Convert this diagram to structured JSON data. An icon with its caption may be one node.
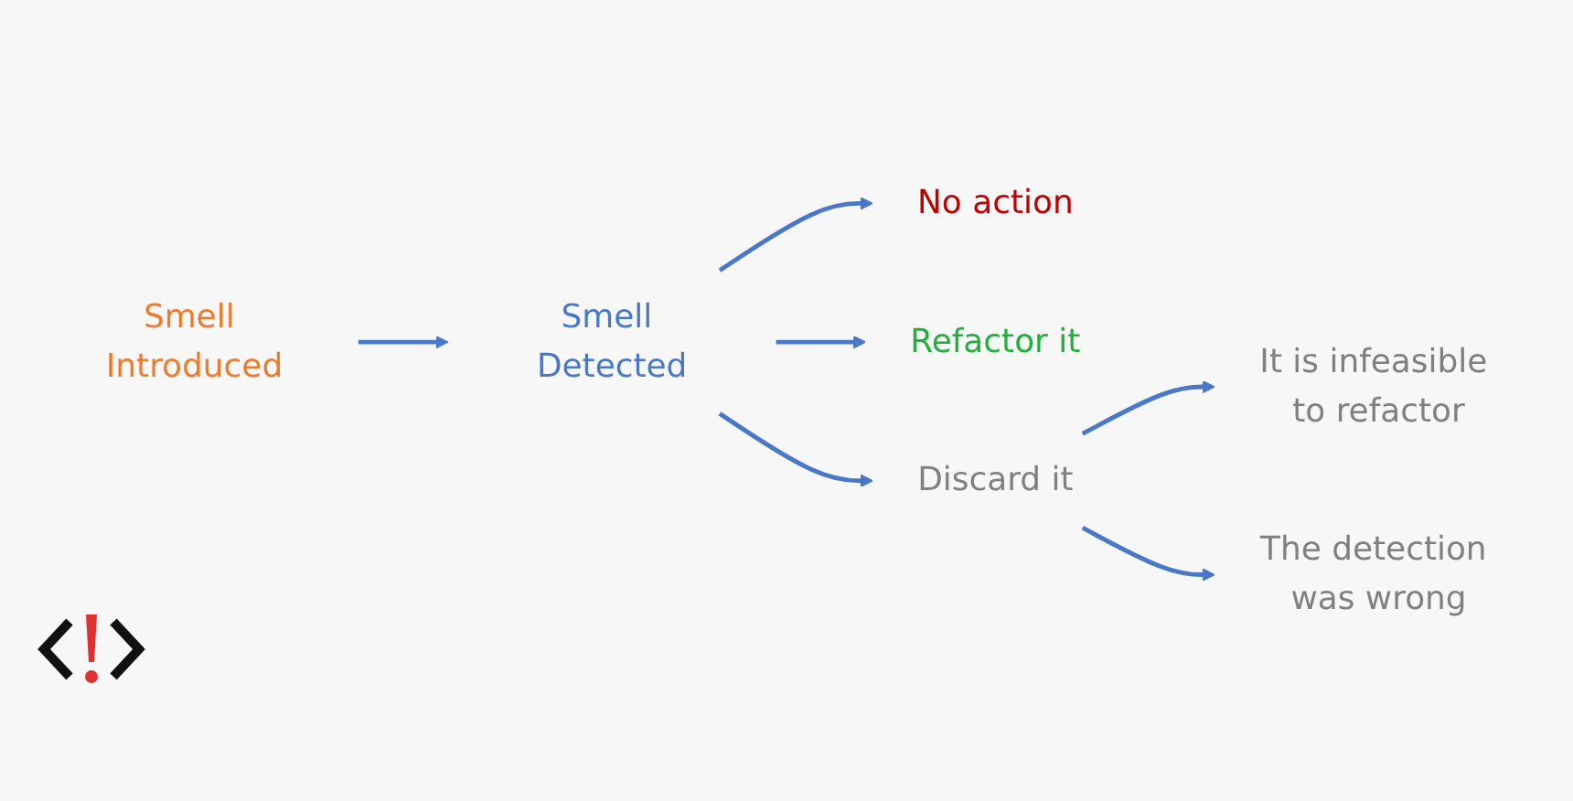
{
  "diagram": {
    "nodes": [
      {
        "text": [
          "Smell Introduced"
        ]
      },
      {
        "text": [
          "Smell Detected"
        ]
      },
      {
        "text": [
          "No action"
        ]
      },
      {
        "text": [
          "Refactor it"
        ]
      },
      {
        "text": [
          "Discard it"
        ]
      },
      {
        "text": [
          "It is infeasible to refactor"
        ]
      },
      {
        "text": [
          "The detection was wrong"
        ]
      }
    ],
    "edges": [
      {
        "from": 0,
        "to": 1,
        "arrow": "to"
      },
      {
        "from": 1,
        "to": 2,
        "arrow": "to"
      },
      {
        "from": 1,
        "to": 3,
        "arrow": "to"
      },
      {
        "from": 1,
        "to": 4,
        "arrow": "to"
      },
      {
        "from": 4,
        "to": 5,
        "arrow": "to"
      },
      {
        "from": 4,
        "to": 6,
        "arrow": "to"
      }
    ]
  }
}
